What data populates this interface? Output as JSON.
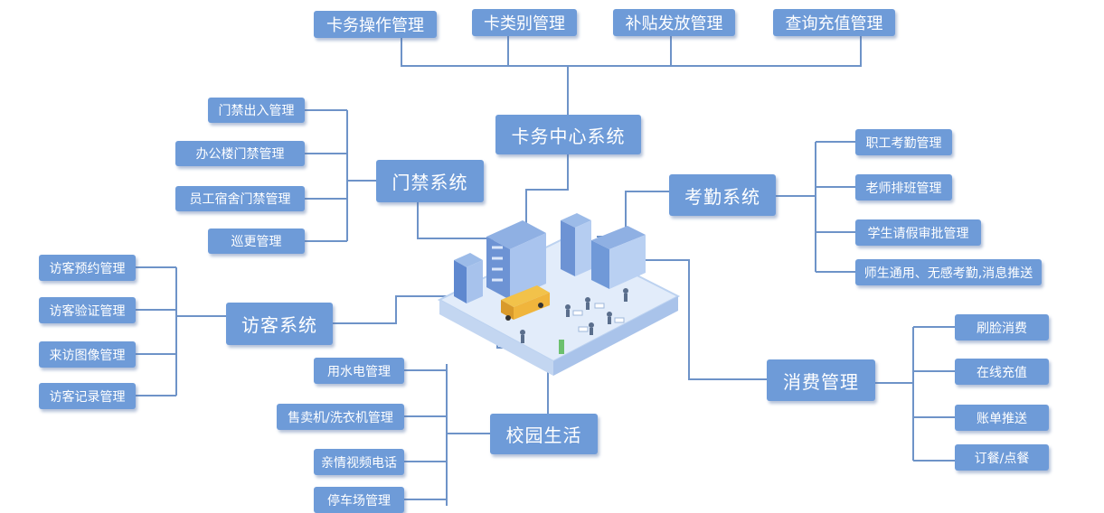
{
  "colors": {
    "box": "#6e9bd8",
    "line": "#6e93c8",
    "text": "#ffffff"
  },
  "center": {
    "label": "卡务中心系统"
  },
  "top_items": [
    "卡务操作管理",
    "卡类别管理",
    "补贴发放管理",
    "查询充值管理"
  ],
  "access": {
    "label": "门禁系统",
    "items": [
      "门禁出入管理",
      "办公楼门禁管理",
      "员工宿舍门禁管理",
      "巡更管理"
    ]
  },
  "attendance": {
    "label": "考勤系统",
    "items": [
      "职工考勤管理",
      "老师排班管理",
      "学生请假审批管理",
      "师生通用、无感考勤,消息推送"
    ]
  },
  "visitor": {
    "label": "访客系统",
    "items": [
      "访客预约管理",
      "访客验证管理",
      "来访图像管理",
      "访客记录管理"
    ]
  },
  "consumption": {
    "label": "消费管理",
    "items": [
      "刷脸消费",
      "在线充值",
      "账单推送",
      "订餐/点餐"
    ]
  },
  "campus": {
    "label": "校园生活",
    "items": [
      "用水电管理",
      "售卖机/洗衣机管理",
      "亲情视频电话",
      "停车场管理"
    ]
  },
  "illustration": {
    "icon": "isometric-campus-illustration"
  }
}
